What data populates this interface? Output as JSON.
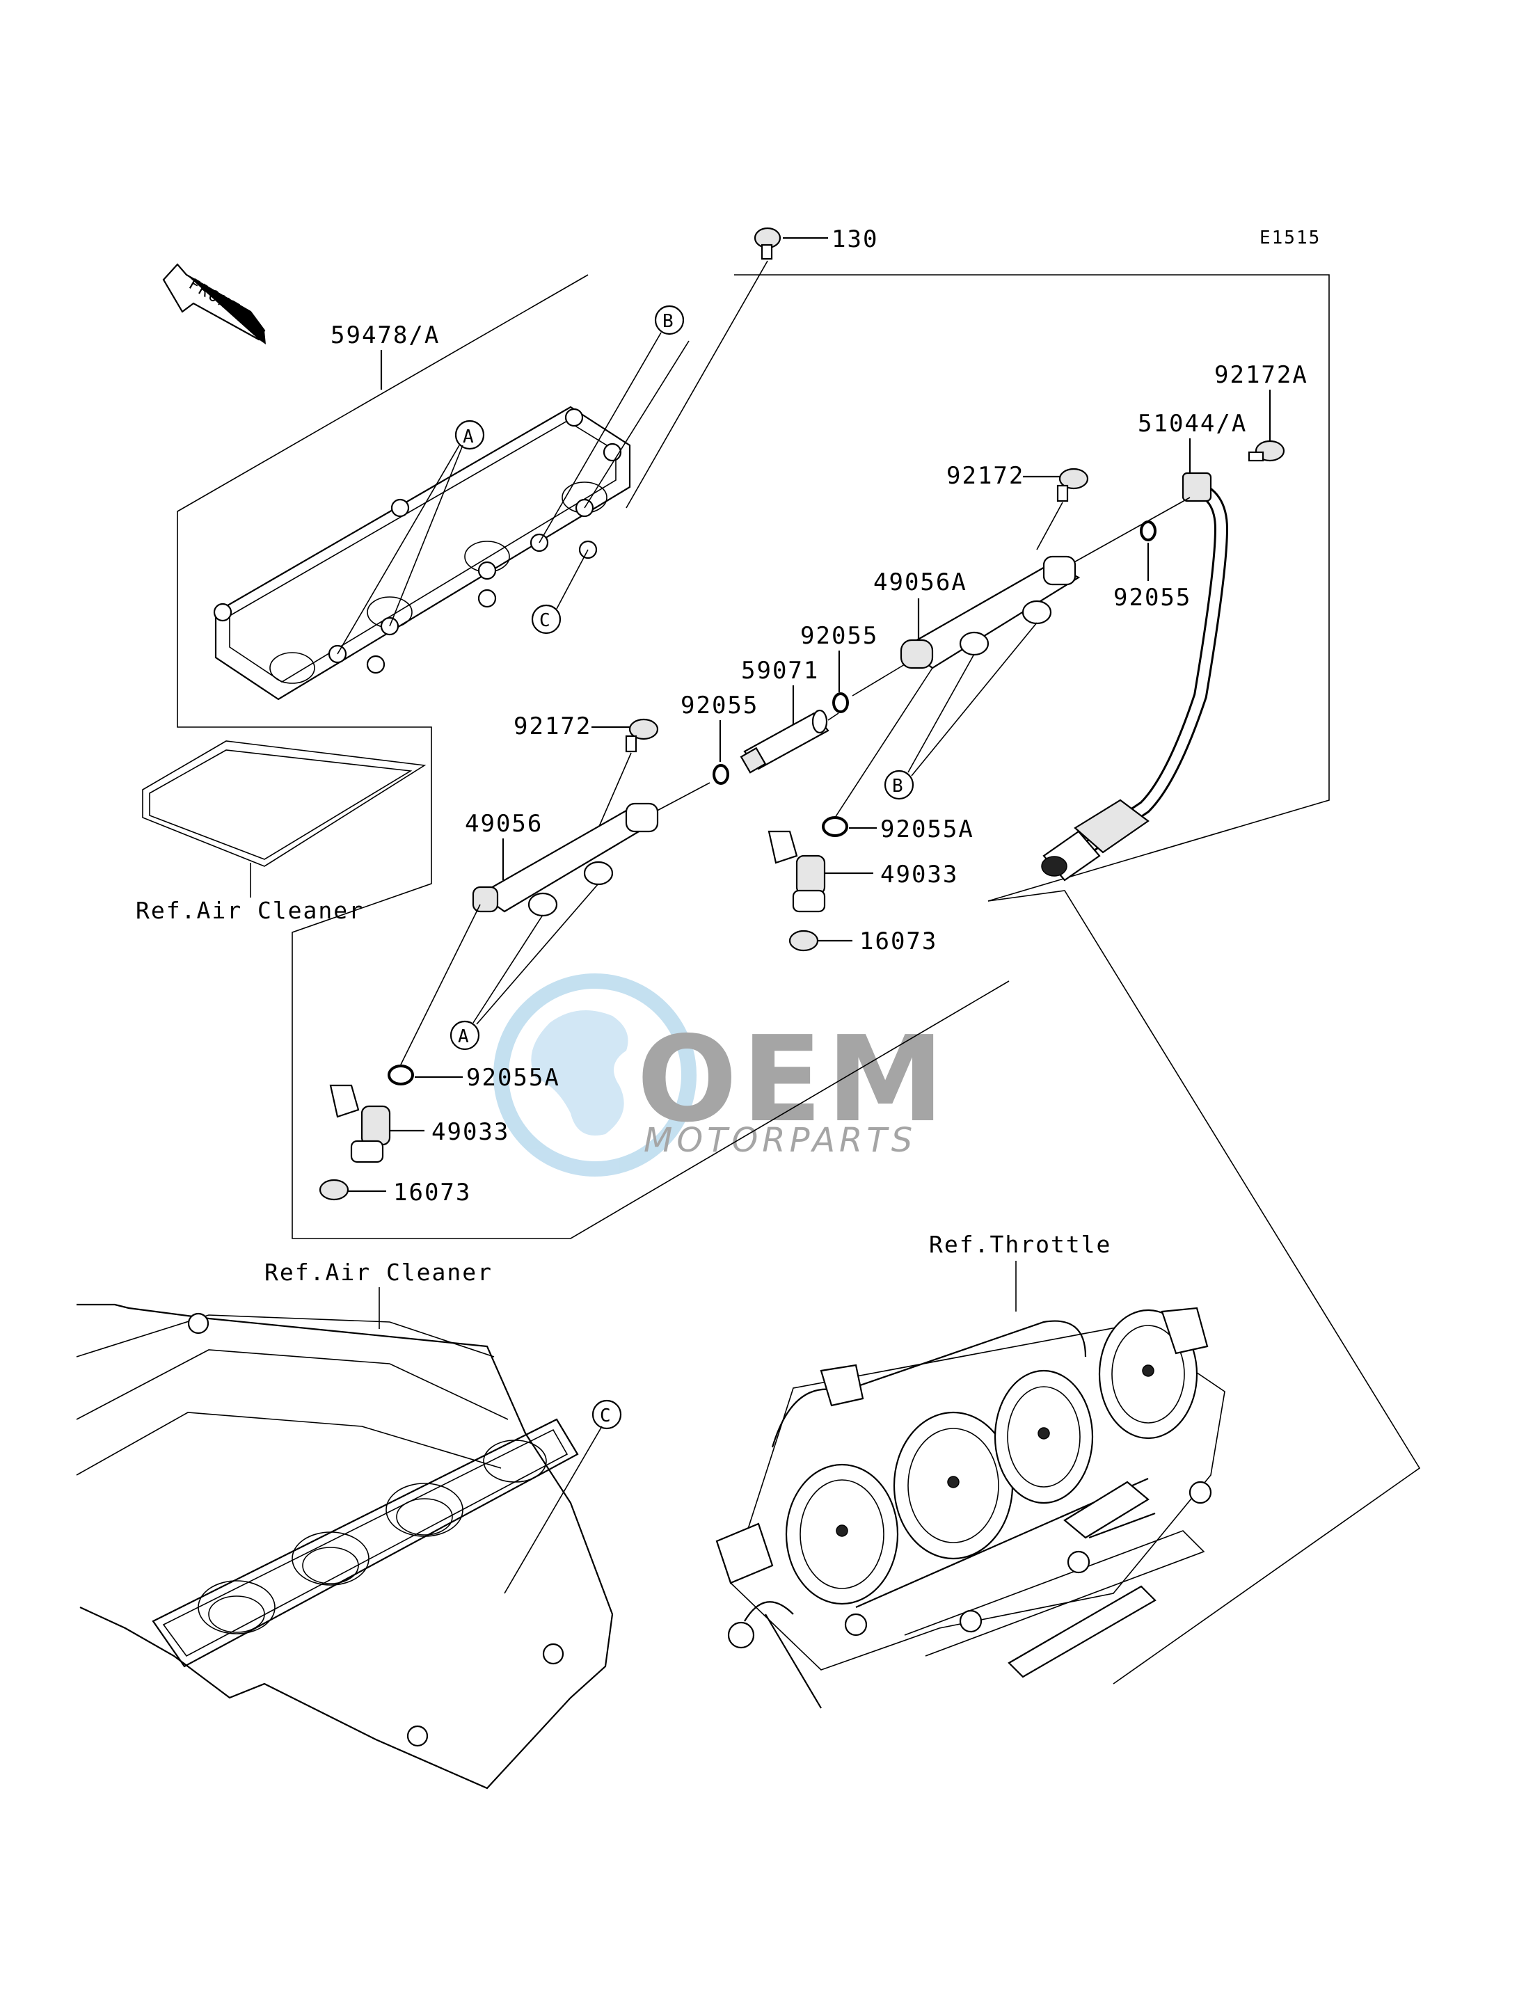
{
  "diagram": {
    "code": "E1515",
    "front_label": "FRONT",
    "watermark": {
      "brand": "OEM",
      "tagline": "MOTORPARTS"
    },
    "part_labels": {
      "bolt_top": "130",
      "cover": "59478/A",
      "screw_right_top": "92172A",
      "hose": "51044/A",
      "screw_mid": "92172",
      "oring_right": "92055",
      "rail_right": "49056A",
      "oring_joint_right": "92055",
      "joint_pipe": "59071",
      "oring_joint_left": "92055",
      "screw_left": "92172",
      "rail_left": "49056",
      "oring_inj_right": "92055A",
      "injector_right": "49033",
      "seal_right": "16073",
      "oring_inj_left": "92055A",
      "injector_left": "49033",
      "seal_left": "16073"
    },
    "callouts": {
      "a1": "A",
      "a2": "A",
      "b1": "B",
      "b2": "B",
      "c1": "C",
      "c2": "C"
    },
    "references": {
      "air_cleaner_upper": "Ref.Air Cleaner",
      "air_cleaner_lower": "Ref.Air Cleaner",
      "throttle": "Ref.Throttle"
    }
  }
}
